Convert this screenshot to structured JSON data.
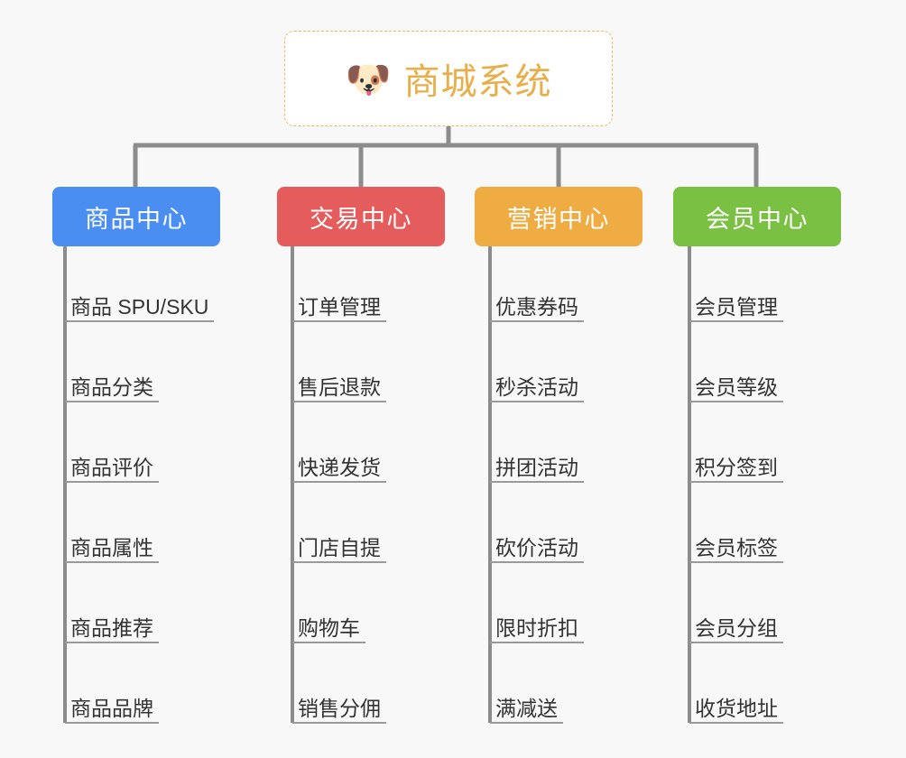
{
  "page": {
    "background_color": "#f8f8f8",
    "type": "org-chart"
  },
  "root": {
    "title": "商城系统",
    "icon": "dog-face-emoji",
    "icon_glyph": "🐶",
    "text_color": "#e8ae49",
    "border_color": "#e9b765",
    "background_color": "#ffffff"
  },
  "columns": [
    {
      "header": "商品中心",
      "color": "#4a8ef1",
      "items": [
        "商品 SPU/SKU",
        "商品分类",
        "商品评价",
        "商品属性",
        "商品推荐",
        "商品品牌"
      ]
    },
    {
      "header": "交易中心",
      "color": "#e55c5c",
      "items": [
        "订单管理",
        "售后退款",
        "快递发货",
        "门店自提",
        "购物车",
        "销售分佣"
      ]
    },
    {
      "header": "营销中心",
      "color": "#eeac43",
      "items": [
        "优惠券码",
        "秒杀活动",
        "拼团活动",
        "砍价活动",
        "限时折扣",
        "满减送"
      ]
    },
    {
      "header": "会员中心",
      "color": "#7ac143",
      "items": [
        "会员管理",
        "会员等级",
        "积分签到",
        "会员标签",
        "会员分组",
        "收货地址"
      ]
    }
  ],
  "connector": {
    "line_color": "#8c8c8c",
    "leaf_line_color": "#9a9a9a"
  }
}
